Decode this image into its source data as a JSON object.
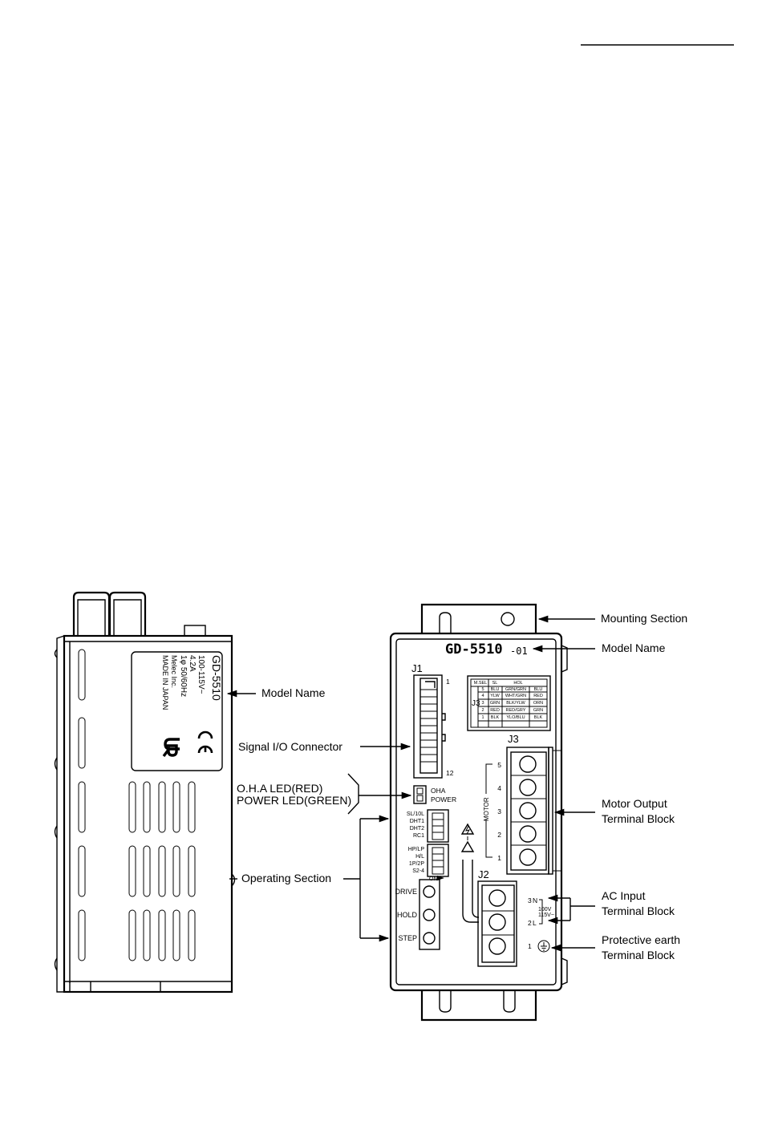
{
  "left_unit": {
    "label_lines": [
      "GD-5510",
      "100-115V~",
      "4.2A",
      "1φ 50/60Hz",
      "Melec Inc.",
      "MADE IN JAPAN"
    ]
  },
  "right_unit": {
    "model_title": "GD-5510",
    "model_suffix": "-01",
    "j1": {
      "name": "J1",
      "pin_first": "1",
      "pin_last": "12"
    },
    "j3": {
      "name": "J3",
      "pins": [
        "5",
        "4",
        "3",
        "2",
        "1"
      ],
      "group": "MOTOR"
    },
    "j2": {
      "name": "J2",
      "pins": [
        "3",
        "2",
        "1"
      ],
      "pin_letters": [
        "N",
        "L"
      ],
      "voltage": [
        "100V",
        "115V~"
      ]
    },
    "leds": [
      "OHA",
      "POWER"
    ],
    "dip_a": [
      "SL/10L",
      "DHT1",
      "DHT2",
      "RC1"
    ],
    "dip_b": [
      "HP/LP",
      "H/L",
      "1P/2P",
      "S2-4"
    ],
    "dip_on": "ON",
    "buttons": [
      "DRIVE",
      "HOLD",
      "STEP"
    ],
    "table": {
      "label": "J3",
      "headers": [
        "M.SEL",
        "SL",
        "HOL"
      ],
      "rows": [
        [
          "5",
          "BLU",
          "GRN/GRN",
          "BLU"
        ],
        [
          "4",
          "YLW",
          "WHT/GRN",
          "RED"
        ],
        [
          "3",
          "GRN",
          "BLK/YLW",
          "ORN"
        ],
        [
          "2",
          "RED",
          "RED/GRY",
          "GRN"
        ],
        [
          "1",
          "BLK",
          "YLO/BLU",
          "BLK"
        ]
      ]
    }
  },
  "callouts": {
    "model_name_left": "Model Name",
    "signal_io": "Signal I/O Connector",
    "oha_led": "O.H.A LED(RED)",
    "power_led": "POWER LED(GREEN)",
    "operating": "Operating Section",
    "mounting": "Mounting Section",
    "model_name_right": "Model Name",
    "motor_output": [
      "Motor Output",
      "Terminal Block"
    ],
    "ac_input": [
      "AC Input",
      "Terminal Block"
    ],
    "earth": [
      "Protective earth",
      "Terminal Block"
    ]
  }
}
